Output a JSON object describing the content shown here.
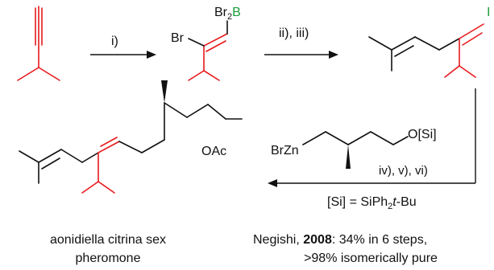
{
  "colors": {
    "red": "#e8191c",
    "green": "#1a9d3a",
    "black": "#111111"
  },
  "steps": {
    "step1": "i)",
    "step2": "ii), iii)",
    "step3": "iv), v), vi)"
  },
  "labels": {
    "br2b_br2": "Br",
    "br2b_sub": "2",
    "br2b_b": "B",
    "br": "Br",
    "i_partial": "I",
    "oac": "OAc",
    "brzn": "BrZn",
    "osi": "O[Si]"
  },
  "si_def": {
    "prefix": "[Si] = SiPh",
    "sub": "2",
    "italic": "t",
    "suffix": "-Bu"
  },
  "product_name": {
    "line1": "aonidiella citrina sex",
    "line2": "pheromone"
  },
  "citation": {
    "author": "Negishi, ",
    "year": "2008",
    "detail": ": 34% in 6 steps,",
    "line2": ">98% isomerically pure"
  }
}
